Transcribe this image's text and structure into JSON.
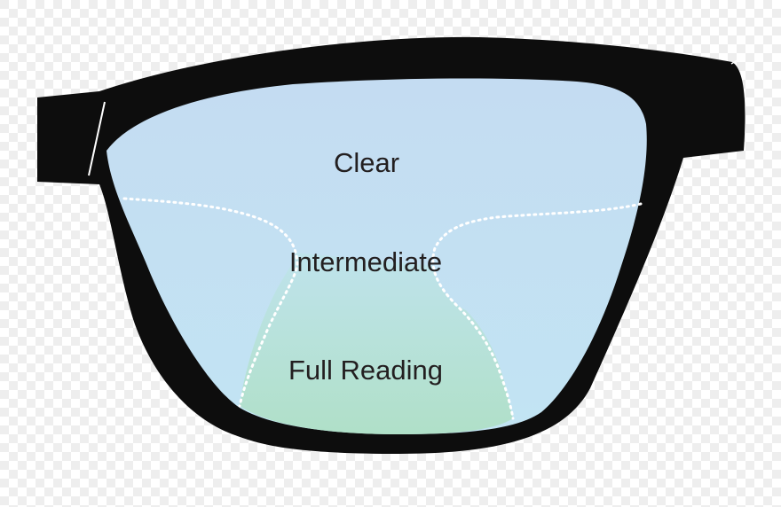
{
  "zones": {
    "clear": "Clear",
    "intermediate": "Intermediate",
    "reading": "Full Reading"
  },
  "colors": {
    "frame": "#0d0d0d",
    "lens_top": "#c4dcf2",
    "lens_bottom": "#c2e4f3",
    "reading_zone": "#b2e0cc",
    "boundary_line": "#ffffff",
    "background_check_light": "#ffffff",
    "background_check_dark": "#eeeeee"
  }
}
